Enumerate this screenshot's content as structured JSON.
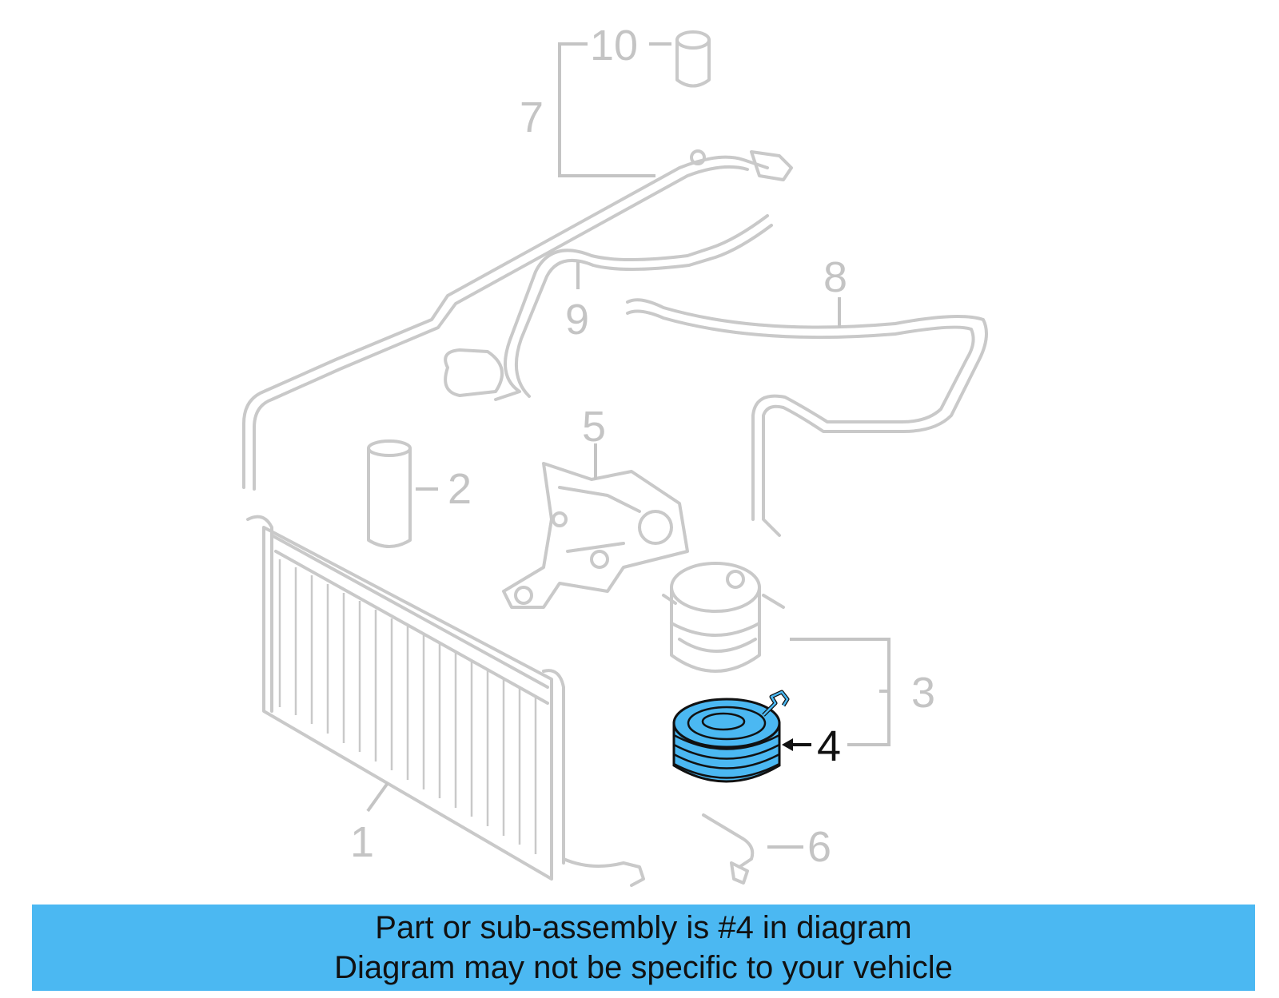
{
  "diagram": {
    "highlighted_part": "4",
    "highlight_color": "#4bb8f2",
    "callouts": [
      {
        "id": "c1",
        "text": "1"
      },
      {
        "id": "c2",
        "text": "2"
      },
      {
        "id": "c3",
        "text": "3"
      },
      {
        "id": "c4",
        "text": "4"
      },
      {
        "id": "c5",
        "text": "5"
      },
      {
        "id": "c6",
        "text": "6"
      },
      {
        "id": "c7",
        "text": "7"
      },
      {
        "id": "c8",
        "text": "8"
      },
      {
        "id": "c9",
        "text": "9"
      },
      {
        "id": "c10",
        "text": "10"
      }
    ]
  },
  "banner": {
    "line1": "Part or sub-assembly is #4 in diagram",
    "line2": "Diagram may not be specific to your vehicle",
    "background": "#4bb8f2"
  }
}
